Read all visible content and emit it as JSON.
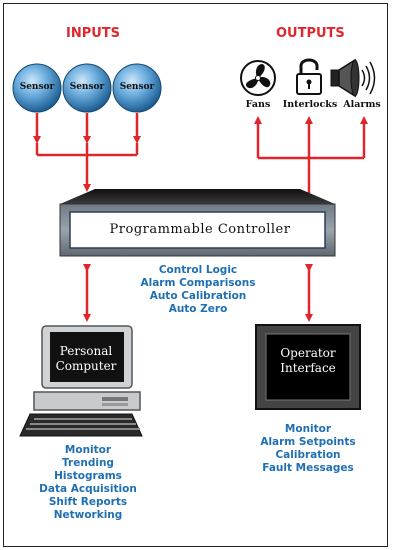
{
  "inputs": {
    "heading": "INPUTS",
    "sensors": [
      "Sensor",
      "Sensor",
      "Sensor"
    ]
  },
  "outputs": {
    "heading": "OUTPUTS",
    "items": [
      {
        "label": "Fans",
        "icon": "fan-icon"
      },
      {
        "label": "Interlocks",
        "icon": "padlock-icon"
      },
      {
        "label": "Alarms",
        "icon": "speaker-alarm-icon"
      }
    ]
  },
  "controller": {
    "label": "Programmable Controller",
    "functions": [
      "Control Logic",
      "Alarm Comparisons",
      "Auto Calibration",
      "Auto Zero"
    ]
  },
  "personal_computer": {
    "label_line1": "Personal",
    "label_line2": "Computer",
    "functions": [
      "Monitor",
      "Trending",
      "Histograms",
      "Data Acquisition",
      "Shift Reports",
      "Networking"
    ]
  },
  "operator_interface": {
    "label_line1": "Operator",
    "label_line2": "Interface",
    "functions": [
      "Monitor",
      "Alarm Setpoints",
      "Calibration",
      "Fault Messages"
    ]
  },
  "colors": {
    "arrow": "#e0262d",
    "text_blue": "#1f6fb3",
    "heading_red": "#e0262d",
    "sensor_sphere": "#5b9bd5"
  }
}
